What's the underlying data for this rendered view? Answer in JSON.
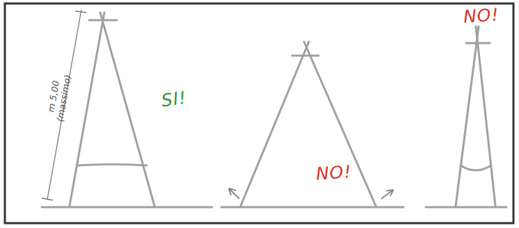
{
  "diagram": {
    "labels": [
      "m 5,00",
      "(massimo)",
      "SI!",
      "NO!",
      "NO!"
    ]
  }
}
